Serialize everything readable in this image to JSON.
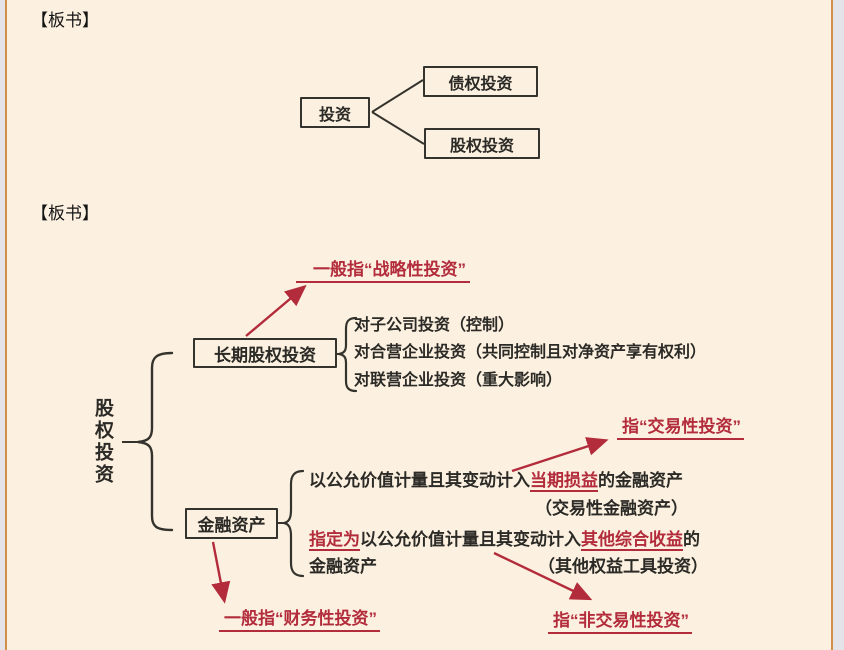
{
  "colors": {
    "paper_bg": "#fcf1e0",
    "outer_bg": "#e4e3e8",
    "border_orange": "#d0904a",
    "text_black": "#2b2a26",
    "accent_red": "#b32c3c"
  },
  "sections": [
    {
      "label": "【板书】"
    },
    {
      "label": "【板书】"
    }
  ],
  "diagram1": {
    "root_label": "投资",
    "child_top_label": "债权投资",
    "child_bottom_label": "股权投资"
  },
  "diagram2": {
    "root_label": "股权投资",
    "long_term_equity": {
      "box_label": "长期股权投资",
      "note": "一般指“战略性投资”",
      "item1": "对子公司投资（控制）",
      "item2": "对合营企业投资（共同控制且对净资产享有权利）",
      "item3": "对联营企业投资（重大影响）"
    },
    "financial_assets": {
      "box_label": "金融资产",
      "note_trading": "指“交易性投资”",
      "note_financial": "一般指“财务性投资”",
      "note_nontrading": "指“非交易性投资”",
      "line1_pre": "以公允价值计量且其变动计入",
      "line1_highlight": "当期损益",
      "line1_post": "的金融资产",
      "line1_sub": "（交易性金融资产）",
      "line2_highlight1": "指定为",
      "line2_mid": "以公允价值计量且其变动计入",
      "line2_highlight2": "其他综合收益",
      "line2_post": "的",
      "line2_cont": "金融资产",
      "line2_sub": "（其他权益工具投资）"
    }
  }
}
